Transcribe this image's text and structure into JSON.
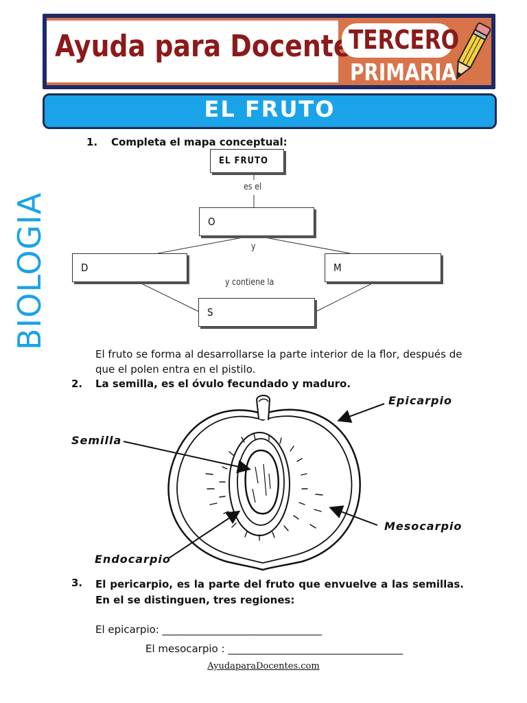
{
  "header": {
    "brand": "Ayuda para Docentes",
    "grade_line1": "TERCERO",
    "grade_line2": "PRIMARIA"
  },
  "title": "EL FRUTO",
  "subject": "BIOLOGIA",
  "q1": {
    "number": "1.",
    "text": "Completa el mapa conceptual:",
    "map": {
      "top": "EL FRUTO",
      "link1": "es el",
      "box_o": "O",
      "link2": "y",
      "box_d": "D",
      "box_m": "M",
      "link3": "y contiene la",
      "box_s": "S"
    },
    "paragraph": "El fruto se forma al desarrollarse la parte interior de la flor, después de que el polen entra en el pistilo."
  },
  "q2": {
    "number": "2.",
    "text": "La semilla, es el óvulo fecundado y maduro.",
    "labels": {
      "epicarpio": "Epicarpio",
      "semilla": "Semilla",
      "mesocarpio": "Mesocarpio",
      "endocarpio": "Endocarpio"
    }
  },
  "q3": {
    "number": "3.",
    "text": "El pericarpio, es la parte del fruto que envuelve a las semillas. En el se distinguen, tres regiones:",
    "line1": "El epicarpio: _______________________________",
    "line2": "El mesocarpio : __________________________________"
  },
  "footer": "AyudaparaDocentes.com",
  "colors": {
    "accent_blue": "#1aa3e8",
    "banner_orange": "#d8734a",
    "brand_red": "#8b1a1a",
    "frame_navy": "#1e2a66"
  }
}
